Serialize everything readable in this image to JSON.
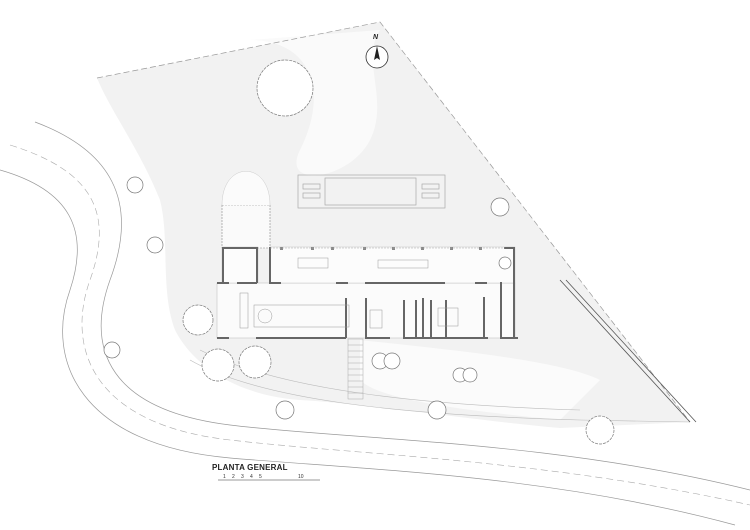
{
  "drawing": {
    "title": "PLANTA GENERAL",
    "north_label": "N",
    "scale_labels": [
      "1",
      "2",
      "3",
      "4",
      "5",
      "10"
    ],
    "colors": {
      "line": "#333333",
      "light_line": "#bbbbbb",
      "ground": "#f1f1f1",
      "wall": "#555555"
    }
  }
}
